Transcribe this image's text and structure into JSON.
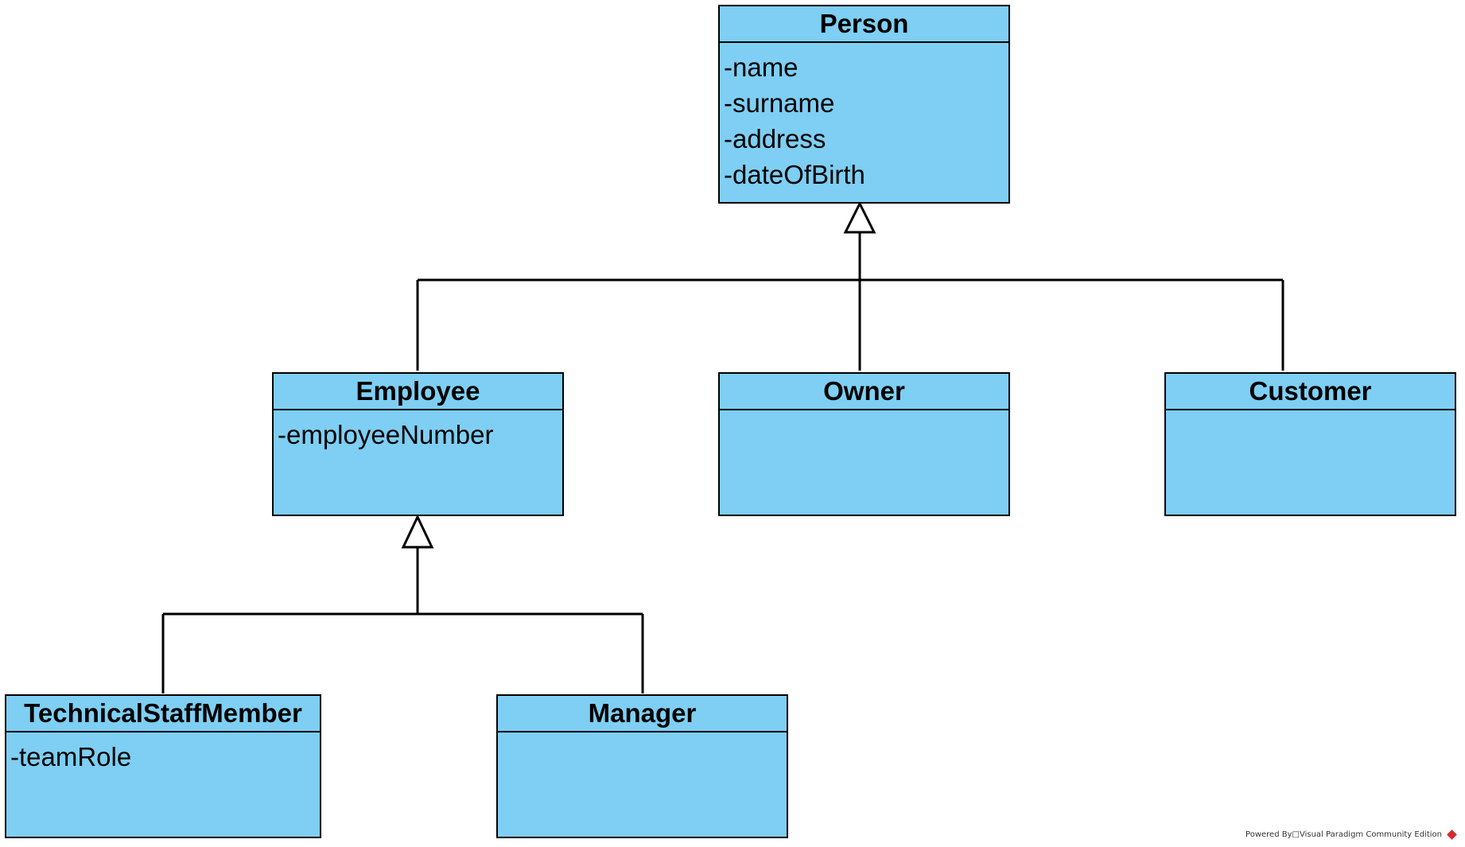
{
  "diagram": {
    "colors": {
      "class_fill": "#7ecff3",
      "border": "#000000",
      "background": "#ffffff"
    },
    "classes": [
      {
        "id": "person",
        "name": "Person",
        "attributes": [
          "-name",
          "-surname",
          "-address",
          "-dateOfBirth"
        ]
      },
      {
        "id": "employee",
        "name": "Employee",
        "attributes": [
          "-employeeNumber"
        ]
      },
      {
        "id": "owner",
        "name": "Owner",
        "attributes": []
      },
      {
        "id": "customer",
        "name": "Customer",
        "attributes": []
      },
      {
        "id": "technicalstaffmember",
        "name": "TechnicalStaffMember",
        "attributes": [
          "-teamRole"
        ]
      },
      {
        "id": "manager",
        "name": "Manager",
        "attributes": []
      }
    ],
    "generalizations": [
      {
        "parent": "person",
        "children": [
          "employee",
          "owner",
          "customer"
        ]
      },
      {
        "parent": "employee",
        "children": [
          "technicalstaffmember",
          "manager"
        ]
      }
    ]
  },
  "footer": {
    "watermark": "Powered By□Visual Paradigm Community Edition"
  }
}
